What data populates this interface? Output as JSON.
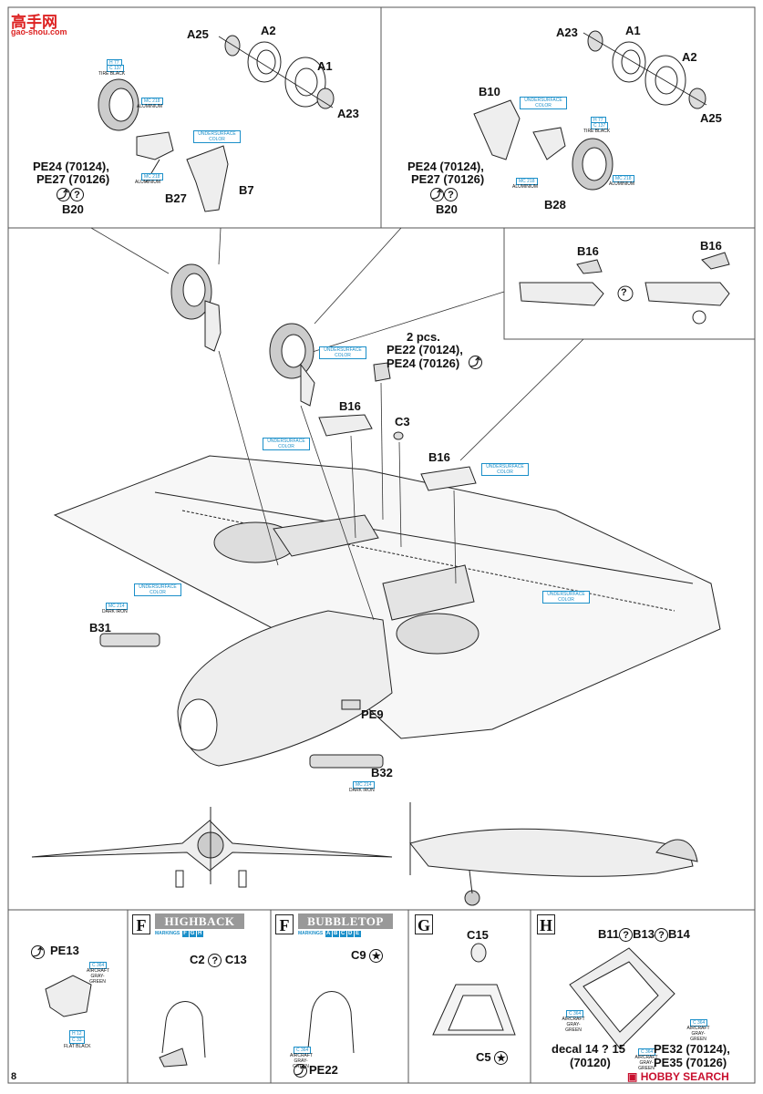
{
  "watermark": {
    "chars": "高手网",
    "url": "gao-shou.com"
  },
  "page_number": "8",
  "top_left": {
    "labels": {
      "a25": "A25",
      "a2": "A2",
      "a1": "A1",
      "a23": "A23",
      "pe24": "PE24 (70124),",
      "pe27": "PE27 (70126)",
      "b20": "B20",
      "b27": "B27",
      "b7": "B7"
    },
    "tire": {
      "h": "H 77",
      "c": "C 137",
      "name": "TIRE BLACK"
    },
    "alu1": {
      "code": "MC 218",
      "name": "ALUMINIUM"
    },
    "alu2": {
      "code": "MC 218",
      "name": "ALUMINIUM"
    },
    "under": "UNDERSURFACE COLOR"
  },
  "top_right": {
    "labels": {
      "a23": "A23",
      "a1": "A1",
      "a2": "A2",
      "a25": "A25",
      "b10": "B10",
      "pe24": "PE24 (70124),",
      "pe27": "PE27 (70126)",
      "b20": "B20",
      "b28": "B28"
    },
    "tire": {
      "h": "H 77",
      "c": "C 137",
      "name": "TIRE BLACK"
    },
    "alu1": {
      "code": "MC 218",
      "name": "ALUMINIUM"
    },
    "alu2": {
      "code": "MC 218",
      "name": "ALUMINIUM"
    },
    "under": "UNDERSURFACE COLOR"
  },
  "detail": {
    "b16a": "B16",
    "b16b": "B16",
    "q": "?"
  },
  "main": {
    "pcs": "2 pcs.",
    "pe22": "PE22 (70124),",
    "pe24": "PE24 (70126)",
    "b16a": "B16",
    "b16b": "B16",
    "c3": "C3",
    "b31": "B31",
    "pe9": "PE9",
    "b32": "B32",
    "under1": "UNDERSURFACE COLOR",
    "under2": "UNDERSURFACE COLOR",
    "under3": "UNDERSURFACE COLOR",
    "under4": "UNDERSURFACE COLOR",
    "under5": "UNDERSURFACE COLOR",
    "iron1": {
      "code": "MC 214",
      "name": "DARK IRON"
    },
    "iron2": {
      "code": "MC 214",
      "name": "DARK IRON"
    }
  },
  "steps": {
    "pe13": {
      "label": "PE13",
      "c364": "C 364",
      "cname": "AIRCRAFT GRAY-GREEN",
      "h12": "H 12",
      "c33": "C 33",
      "fb": "FLAT BLACK"
    },
    "f_high": {
      "letter": "F",
      "banner": "HIGHBACK",
      "markings": "MARKINGS",
      "marks": [
        "F",
        "G",
        "H"
      ],
      "parts": "C2",
      "parts2": "C13",
      "q": "?"
    },
    "f_bubble": {
      "letter": "F",
      "banner": "BUBBLETOP",
      "markings": "MARKINGS",
      "marks": [
        "A",
        "B",
        "C",
        "D",
        "E"
      ],
      "part": "C9",
      "pe22": "PE22",
      "c364": "C 364",
      "cname": "AIRCRAFT GRAY-GREEN"
    },
    "g": {
      "letter": "G",
      "c15": "C15",
      "c5": "C5"
    },
    "h": {
      "letter": "H",
      "b11": "B11",
      "b13": "B13",
      "b14": "B14",
      "q": "?",
      "decal": "decal 14 ? 15",
      "decal2": "(70120)",
      "pe32": "PE32 (70124),",
      "pe35": "PE35 (70126)",
      "c364a": "C 364",
      "c364b": "C 364",
      "c364c": "C 364",
      "cname": "AIRCRAFT GRAY-GREEN"
    }
  },
  "brand": {
    "name": "HOBBY SEARCH",
    "color": "#c8102e"
  }
}
